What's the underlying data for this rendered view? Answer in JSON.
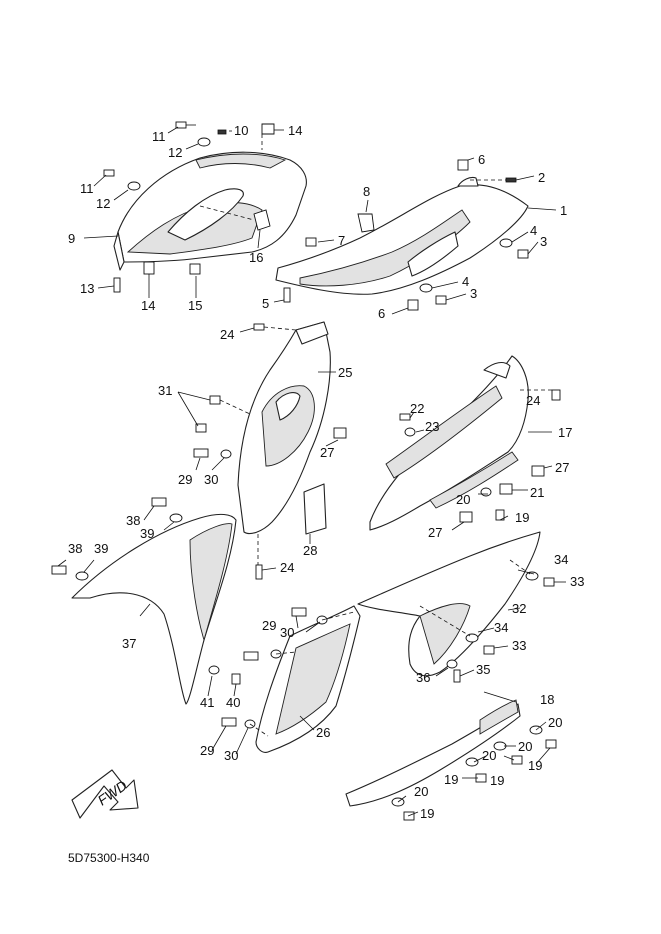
{
  "diagram": {
    "code": "5D75300-H340",
    "fwd_label": "FWD",
    "callouts": [
      {
        "id": "c1",
        "text": "1"
      },
      {
        "id": "c2",
        "text": "2"
      },
      {
        "id": "c3a",
        "text": "3"
      },
      {
        "id": "c3b",
        "text": "3"
      },
      {
        "id": "c4a",
        "text": "4"
      },
      {
        "id": "c4b",
        "text": "4"
      },
      {
        "id": "c5",
        "text": "5"
      },
      {
        "id": "c6a",
        "text": "6"
      },
      {
        "id": "c6b",
        "text": "6"
      },
      {
        "id": "c7",
        "text": "7"
      },
      {
        "id": "c8",
        "text": "8"
      },
      {
        "id": "c9",
        "text": "9"
      },
      {
        "id": "c10",
        "text": "10"
      },
      {
        "id": "c11a",
        "text": "11"
      },
      {
        "id": "c11b",
        "text": "11"
      },
      {
        "id": "c12a",
        "text": "12"
      },
      {
        "id": "c12b",
        "text": "12"
      },
      {
        "id": "c13",
        "text": "13"
      },
      {
        "id": "c14a",
        "text": "14"
      },
      {
        "id": "c14b",
        "text": "14"
      },
      {
        "id": "c15",
        "text": "15"
      },
      {
        "id": "c16",
        "text": "16"
      },
      {
        "id": "c17",
        "text": "17"
      },
      {
        "id": "c18",
        "text": "18"
      },
      {
        "id": "c19a",
        "text": "19"
      },
      {
        "id": "c19b",
        "text": "19"
      },
      {
        "id": "c19c",
        "text": "19"
      },
      {
        "id": "c19d",
        "text": "19"
      },
      {
        "id": "c19e",
        "text": "19"
      },
      {
        "id": "c20a",
        "text": "20"
      },
      {
        "id": "c20b",
        "text": "20"
      },
      {
        "id": "c20c",
        "text": "20"
      },
      {
        "id": "c20d",
        "text": "20"
      },
      {
        "id": "c20e",
        "text": "20"
      },
      {
        "id": "c21",
        "text": "21"
      },
      {
        "id": "c22",
        "text": "22"
      },
      {
        "id": "c23",
        "text": "23"
      },
      {
        "id": "c24a",
        "text": "24"
      },
      {
        "id": "c24b",
        "text": "24"
      },
      {
        "id": "c24c",
        "text": "24"
      },
      {
        "id": "c25",
        "text": "25"
      },
      {
        "id": "c26",
        "text": "26"
      },
      {
        "id": "c27a",
        "text": "27"
      },
      {
        "id": "c27b",
        "text": "27"
      },
      {
        "id": "c27c",
        "text": "27"
      },
      {
        "id": "c28",
        "text": "28"
      },
      {
        "id": "c29a",
        "text": "29"
      },
      {
        "id": "c29b",
        "text": "29"
      },
      {
        "id": "c29c",
        "text": "29"
      },
      {
        "id": "c30a",
        "text": "30"
      },
      {
        "id": "c30b",
        "text": "30"
      },
      {
        "id": "c30c",
        "text": "30"
      },
      {
        "id": "c31",
        "text": "31"
      },
      {
        "id": "c32",
        "text": "32"
      },
      {
        "id": "c33a",
        "text": "33"
      },
      {
        "id": "c33b",
        "text": "33"
      },
      {
        "id": "c34a",
        "text": "34"
      },
      {
        "id": "c34b",
        "text": "34"
      },
      {
        "id": "c35",
        "text": "35"
      },
      {
        "id": "c36",
        "text": "36"
      },
      {
        "id": "c37",
        "text": "37"
      },
      {
        "id": "c38a",
        "text": "38"
      },
      {
        "id": "c38b",
        "text": "38"
      },
      {
        "id": "c39a",
        "text": "39"
      },
      {
        "id": "c39b",
        "text": "39"
      },
      {
        "id": "c40",
        "text": "40"
      },
      {
        "id": "c41",
        "text": "41"
      }
    ]
  }
}
